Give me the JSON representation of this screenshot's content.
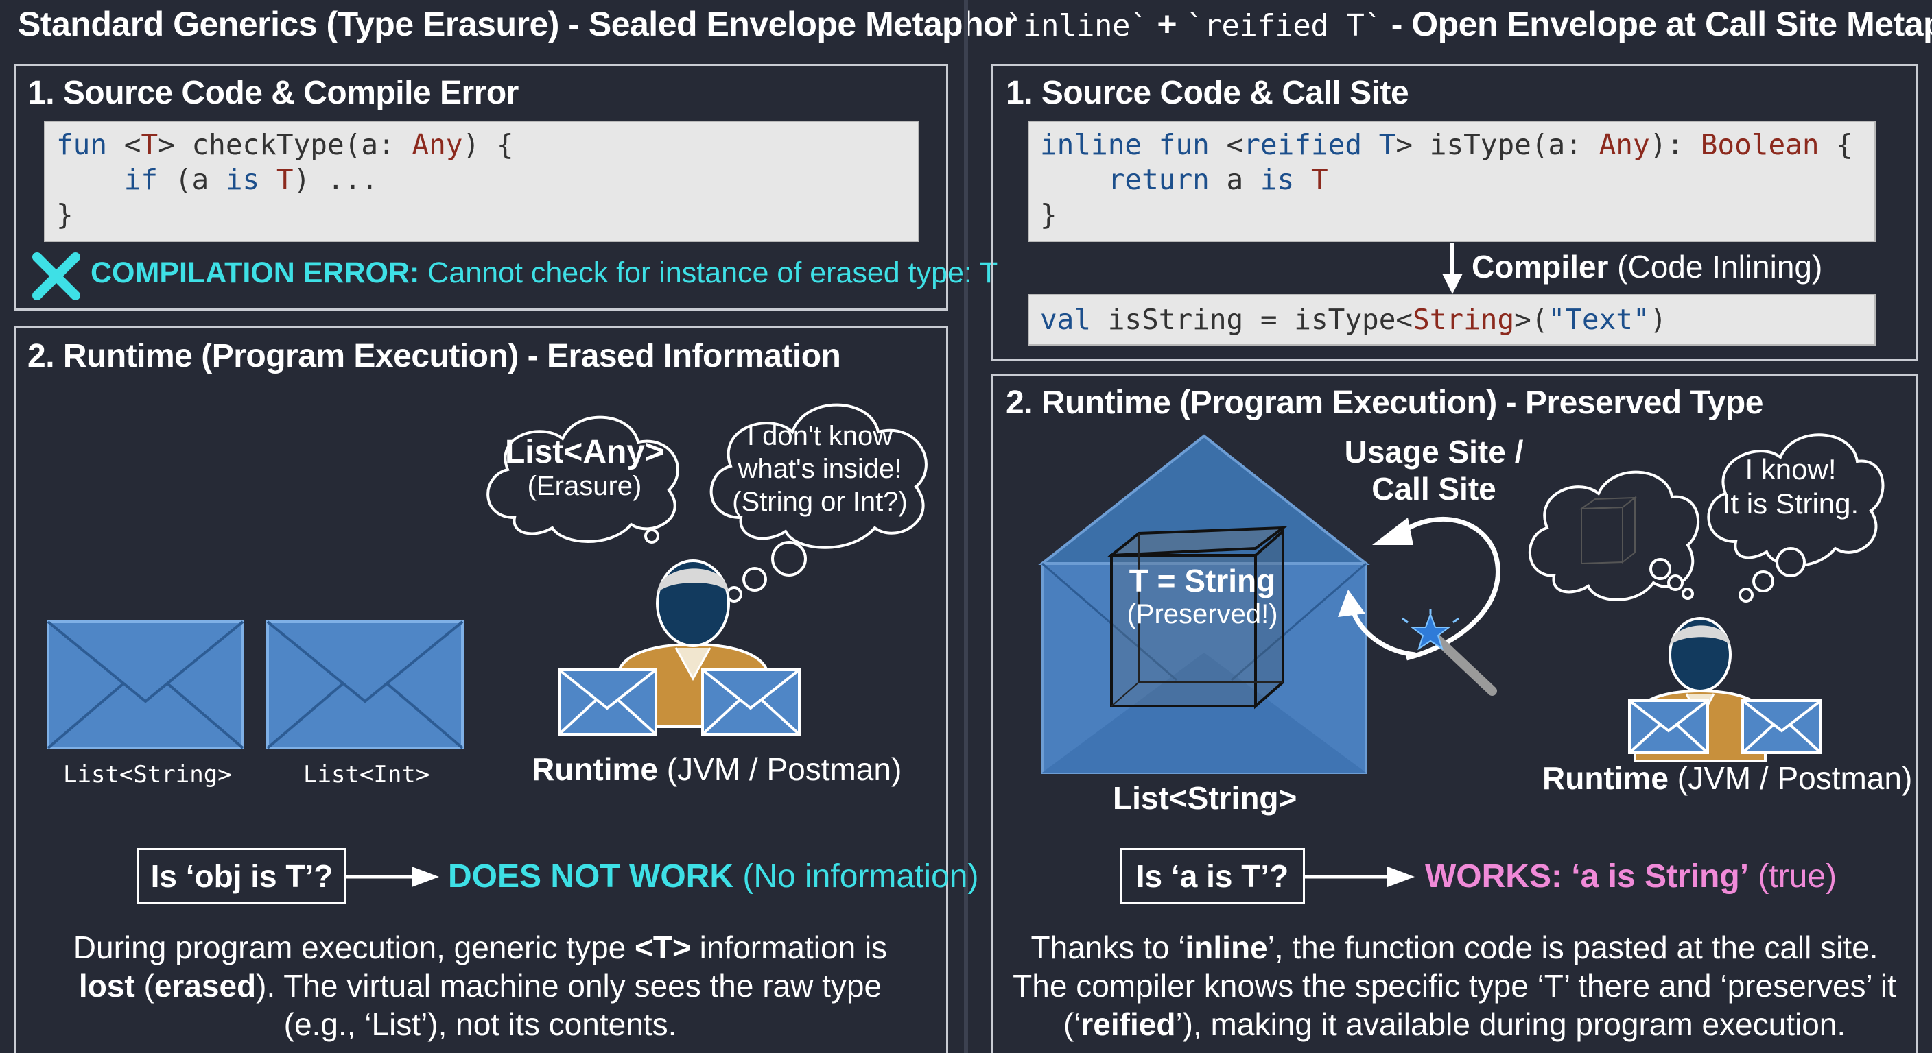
{
  "left": {
    "title": "Standard Generics (Type Erasure) - Sealed Envelope Metaphor",
    "panel1": {
      "heading": "1. Source Code & Compile Error",
      "code": {
        "line1": [
          "fun",
          " <",
          "T",
          "> checkType(a: ",
          "Any",
          ") {"
        ],
        "line2": [
          "    if",
          " (a ",
          "is",
          " ",
          "T",
          ") ..."
        ],
        "line3": "}"
      },
      "error_label": "COMPILATION ERROR:",
      "error_text": " Cannot check for instance of erased type: T"
    },
    "panel2": {
      "heading": "2. Runtime (Program Execution) - Erased Information",
      "envelope1_label": "List<String>",
      "envelope2_label": "List<Int>",
      "cloud1_title": "List<Any>",
      "cloud1_sub": "(Erasure)",
      "cloud2_lines": [
        "I don't know",
        "what's inside!",
        "(String or Int?)"
      ],
      "runtime_bold": "Runtime",
      "runtime_rest": " (JVM / Postman)",
      "question": "Is ‘obj is T’?",
      "result_bold": "DOES NOT WORK",
      "result_rest": " (No information)",
      "para_lines": [
        [
          "During program execution, generic type ",
          "<T>",
          " information is"
        ],
        [
          "lost",
          " (",
          "erased",
          "). The virtual machine only sees the raw type"
        ],
        [
          "(e.g., ‘List’), not its contents."
        ]
      ]
    }
  },
  "right": {
    "title_mono1": "`inline`",
    "title_plus": " + ",
    "title_mono2": "`reified T`",
    "title_rest": " - Open Envelope at Call Site Metaphor",
    "panel1": {
      "heading": "1. Source Code & Call Site",
      "code": {
        "line1": [
          "inline fun",
          " <",
          "reified T",
          "> isType(a: ",
          "Any",
          "): ",
          "Boolean",
          " {"
        ],
        "line2": [
          "    return",
          " a ",
          "is",
          " ",
          "T"
        ],
        "line3": "}"
      },
      "compiler_bold": "Compiler",
      "compiler_rest": " (Code Inlining)",
      "call_code": [
        "val",
        " isString = isType<",
        "String",
        ">(",
        "\"Text\"",
        ")"
      ]
    },
    "panel2": {
      "heading": "2. Runtime (Program Execution) - Preserved Type",
      "usage_label": [
        "Usage Site /",
        "Call Site"
      ],
      "cube_title": "T = String",
      "cube_sub": "(Preserved!)",
      "envelope_label": "List<String>",
      "cloud_lines": [
        "I know!",
        "It is String."
      ],
      "runtime_bold": "Runtime",
      "runtime_rest": " (JVM / Postman)",
      "question": "Is ‘a is T’?",
      "result_bold": "WORKS: ‘a is String’",
      "result_rest": " (true)",
      "para_lines": [
        [
          "Thanks to ‘",
          "inline",
          "’, the function code is pasted at the call site."
        ],
        [
          "The compiler knows the specific type ‘T’ there and ‘preserves’ it"
        ],
        [
          "(‘",
          "reified",
          "’), making it available during program execution."
        ]
      ]
    }
  },
  "colors": {
    "background": "#262a36",
    "error_cyan": "#3ee0e6",
    "works_pink": "#f08ad8",
    "envelope_blue": "#4f86c6",
    "code_bg": "#e7e7e7"
  },
  "icons": [
    "cross-icon",
    "envelope-icon",
    "person-icon",
    "thought-cloud-icon",
    "arrow-right-icon",
    "arrow-down-icon",
    "magic-wand-icon",
    "curved-arrow-icon",
    "cube-icon"
  ]
}
